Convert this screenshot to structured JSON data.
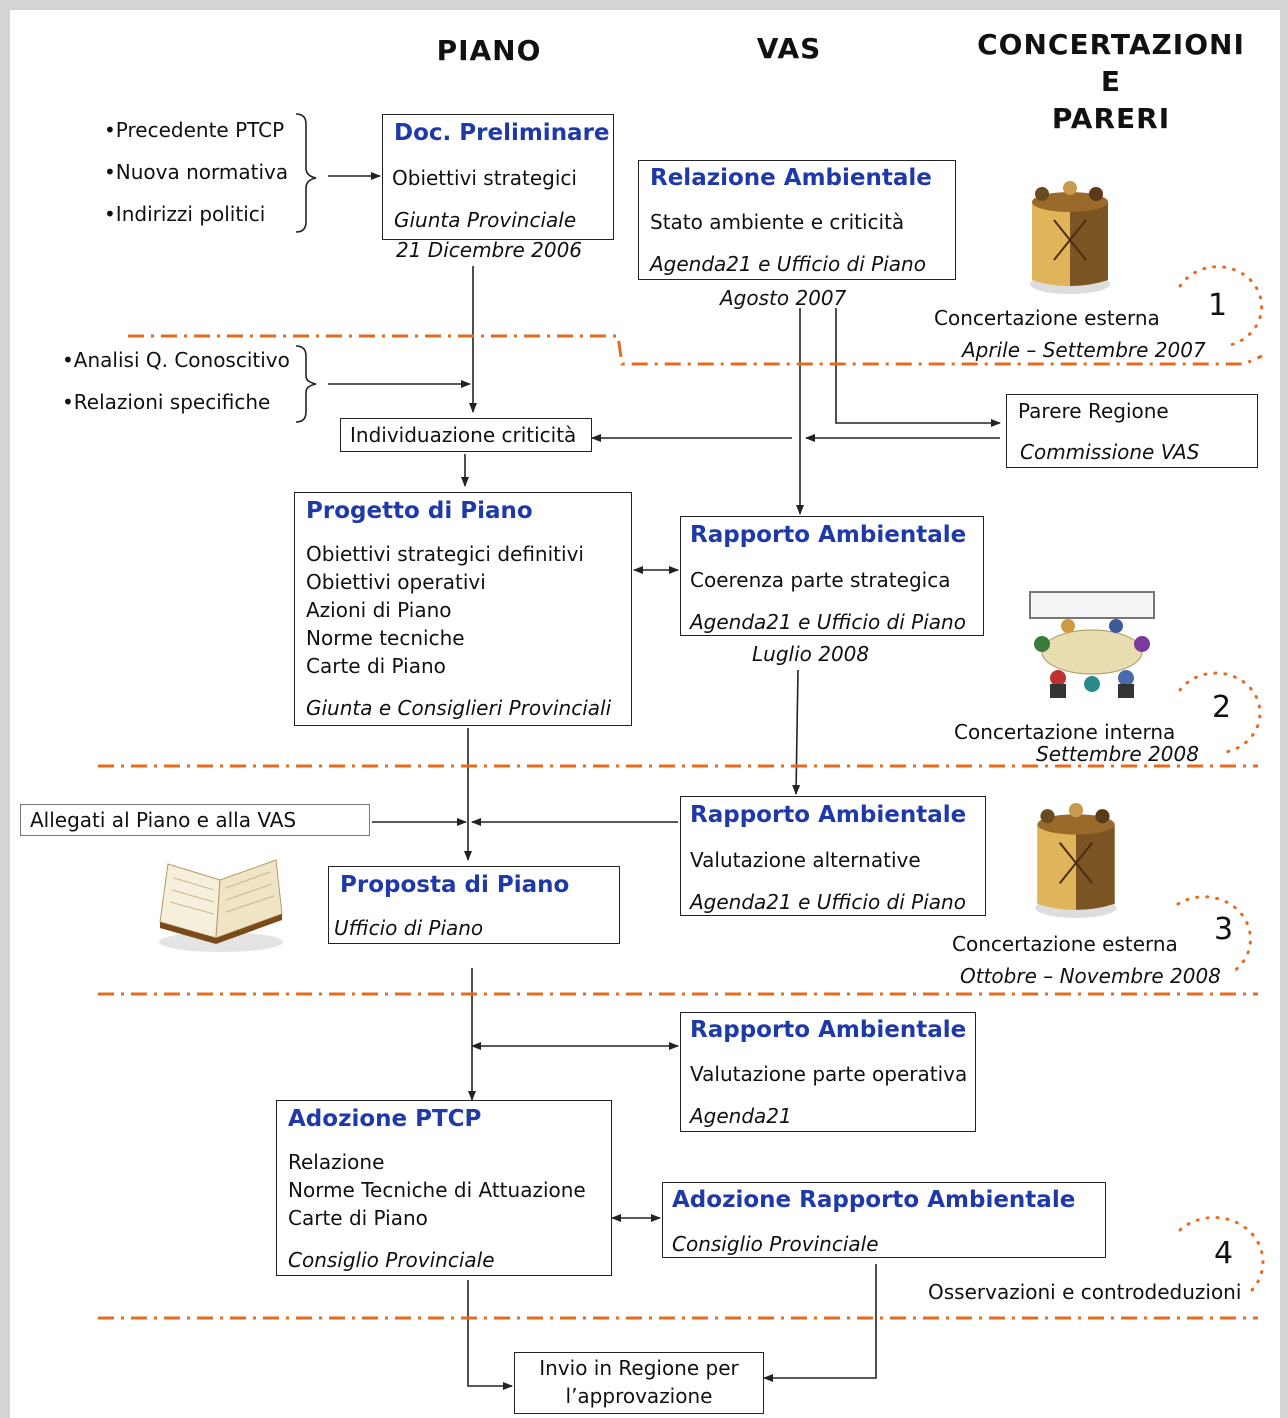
{
  "headers": {
    "piano": "PIANO",
    "vas": "VAS",
    "concertazioni": "CONCERTAZIONI\nE\nPARERI"
  },
  "inputs_top": [
    "•Precedente PTCP",
    "•Nuova normativa",
    "•Indirizzi politici"
  ],
  "inputs_mid": [
    "•Analisi Q. Conoscitivo",
    "•Relazioni specifiche"
  ],
  "doc_preliminare": {
    "title": "Doc. Preliminare",
    "line": "Obiettivi strategici",
    "who": "Giunta Provinciale",
    "date": "21 Dicembre 2006"
  },
  "relazione_ambientale": {
    "title": "Relazione Ambientale",
    "line": "Stato ambiente e criticità",
    "who": "Agenda21 e Ufficio di Piano",
    "date": "Agosto 2007"
  },
  "parere_regione": {
    "line": "Parere Regione",
    "who": "Commissione VAS"
  },
  "individuazione": "Individuazione criticità",
  "progetto_piano": {
    "title": "Progetto di Piano",
    "lines": "Obiettivi strategici definitivi\nObiettivi operativi\nAzioni di Piano\nNorme tecniche\nCarte di Piano",
    "who": "Giunta e Consiglieri Provinciali"
  },
  "rapporto_1": {
    "title": "Rapporto Ambientale",
    "line": "Coerenza parte strategica",
    "who": "Agenda21 e Ufficio di Piano",
    "date": "Luglio 2008"
  },
  "allegati": "Allegati al Piano e alla VAS",
  "rapporto_2": {
    "title": "Rapporto Ambientale",
    "line": "Valutazione alternative",
    "who": "Agenda21 e Ufficio di  Piano"
  },
  "proposta_piano": {
    "title": "Proposta di Piano",
    "who": "Ufficio di Piano"
  },
  "rapporto_3": {
    "title": "Rapporto Ambientale",
    "line": "Valutazione parte operativa",
    "who": "Agenda21"
  },
  "adozione_ptcp": {
    "title": "Adozione PTCP",
    "lines": "Relazione\nNorme Tecniche di Attuazione\nCarte di Piano",
    "who": "Consiglio Provinciale"
  },
  "adozione_rapporto": {
    "title": "Adozione Rapporto Ambientale",
    "who": "Consiglio Provinciale"
  },
  "invio": "Invio in Regione per\nl’approvazione",
  "phases": [
    {
      "num": "1",
      "label": "Concertazione esterna",
      "date": "Aprile – Settembre 2007"
    },
    {
      "num": "2",
      "label": "Concertazione interna",
      "date": "Settembre 2008"
    },
    {
      "num": "3",
      "label": "Concertazione esterna",
      "date": "Ottobre – Novembre 2008"
    },
    {
      "num": "4",
      "label": "Osservazioni e controdeduzioni"
    }
  ],
  "colors": {
    "title_blue": "#1f3aa8",
    "dash_orange": "#e46b1f",
    "line": "#222222"
  }
}
